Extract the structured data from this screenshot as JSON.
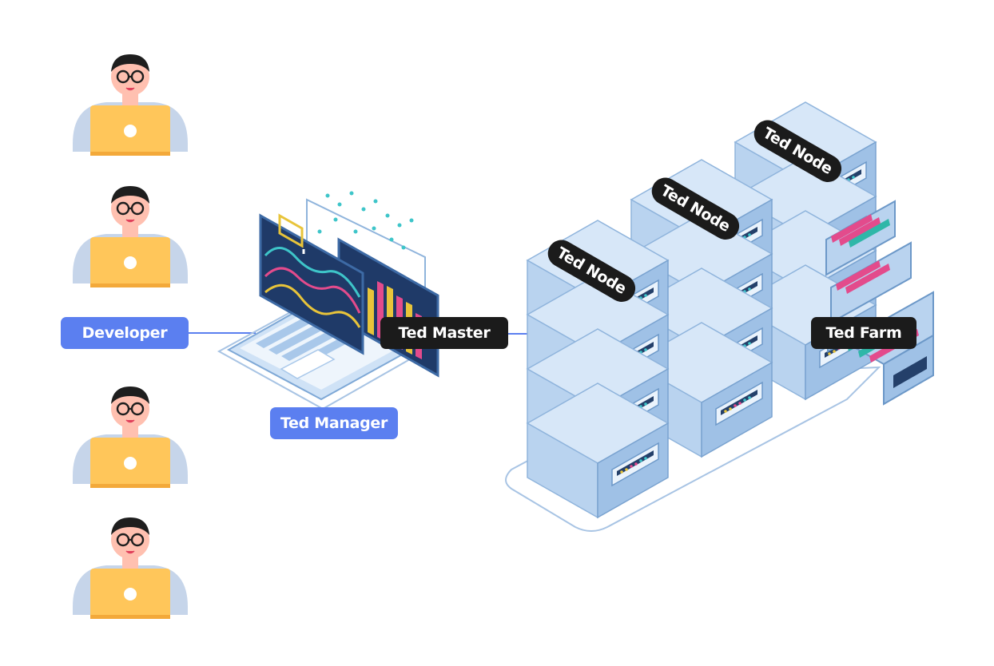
{
  "labels": {
    "developer": "Developer",
    "ted_manager": "Ted Manager",
    "ted_master": "Ted Master",
    "ted_farm": "Ted Farm",
    "nodes": [
      "Ted Node",
      "Ted Node",
      "Ted Node"
    ]
  },
  "colors": {
    "label_blue": "#5b7ff0",
    "label_dark": "#1b1b1b",
    "server_light": "#c9def4",
    "server_mid": "#a9c8ea",
    "server_dark": "#5f93c9",
    "laptop_yellow": "#ffc65a",
    "person_body": "#c6d5ea",
    "skin": "#ffc0b0"
  },
  "icons": [
    "developer-icon",
    "laptop-icon",
    "dashboard-laptop-icon",
    "server-rack-icon",
    "file-drawer-icon"
  ]
}
